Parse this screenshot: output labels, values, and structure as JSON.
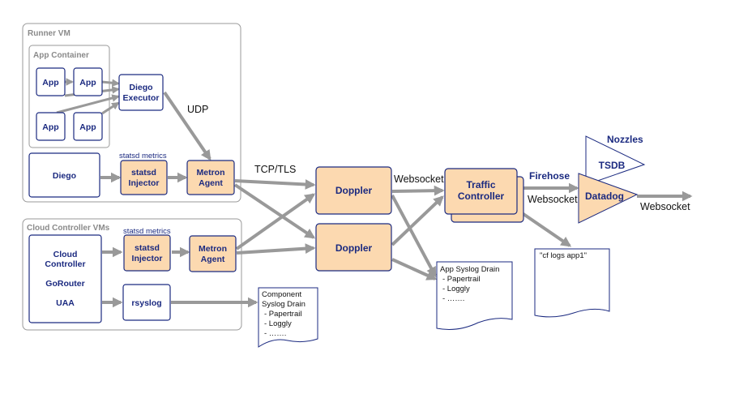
{
  "groups": {
    "runner_vm": "Runner VM",
    "app_container": "App Container",
    "cloud_controller_vms": "Cloud Controller VMs"
  },
  "nodes": {
    "app": "App",
    "diego_executor": [
      "Diego",
      "Executor"
    ],
    "diego": "Diego",
    "statsd_injector": [
      "statsd",
      "Injector"
    ],
    "metron_agent": [
      "Metron",
      "Agent"
    ],
    "cloud_controller": [
      "Cloud",
      "Controller"
    ],
    "gorouter": "GoRouter",
    "uaa": "UAA",
    "rsyslog": "rsyslog",
    "doppler": "Doppler",
    "traffic_controller": [
      "Traffic",
      "Controller"
    ],
    "datadog": "Datadog",
    "tsdb": "TSDB"
  },
  "labels": {
    "statsd_metrics": "statsd metrics",
    "udp": "UDP",
    "tcp_tls": "TCP/TLS",
    "websocket": "Websocket",
    "firehose": "Firehose",
    "nozzles": "Nozzles"
  },
  "docs": {
    "component_syslog": [
      "Component",
      "Syslog Drain",
      "- Papertrail",
      "- Loggly",
      "- ……."
    ],
    "app_syslog": [
      "App Syslog Drain",
      "- Papertrail",
      "- Loggly",
      "- ……."
    ],
    "cf_logs": [
      "\"cf logs app1\""
    ]
  },
  "colors": {
    "node_fill": "#fcd9b0",
    "node_stroke": "#1b2a80",
    "arrow": "#999999",
    "group_border": "#9a9a9a"
  }
}
